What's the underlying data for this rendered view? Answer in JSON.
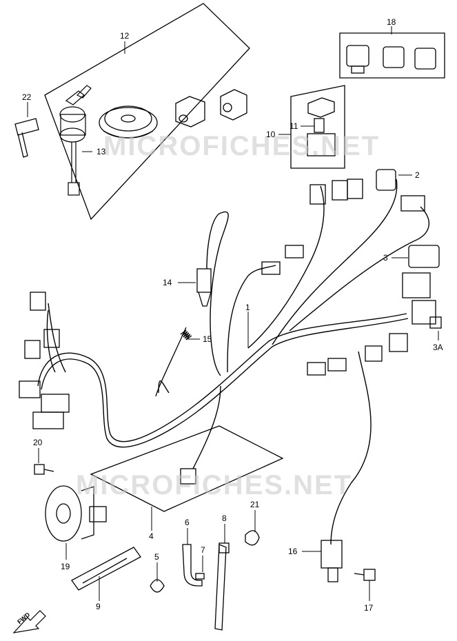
{
  "watermarks": [
    "MICROFICHES.NET",
    "MICROFICHES.NET"
  ],
  "direction_marker": "FWD",
  "callouts": [
    "1",
    "2",
    "3",
    "3A",
    "4",
    "5",
    "6",
    "7",
    "8",
    "9",
    "10",
    "11",
    "12",
    "13",
    "14",
    "15",
    "16",
    "17",
    "18",
    "19",
    "20",
    "21",
    "22"
  ],
  "line_color": "#000000"
}
